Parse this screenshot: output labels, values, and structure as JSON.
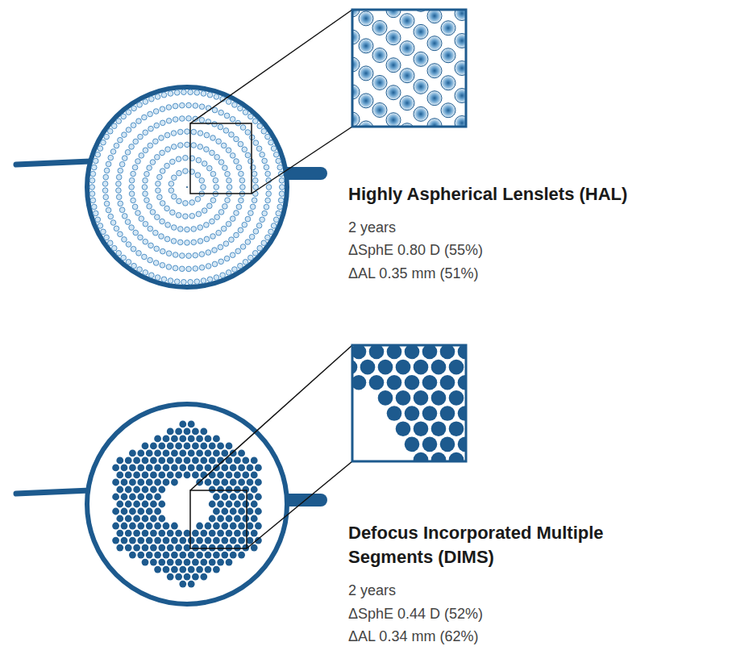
{
  "diagram": {
    "labels": [
      "Highly Aspherical Lenslets (HAL)",
      "2 years",
      "ΔSphE 0.80 D (55%)",
      "ΔAL 0.35 mm (51%)",
      "Defocus Incorporated Multiple Segments (DIMS)",
      "2 years",
      "ΔSphE 0.44 D (52%)",
      "ΔAL 0.34 mm (62%)"
    ]
  }
}
